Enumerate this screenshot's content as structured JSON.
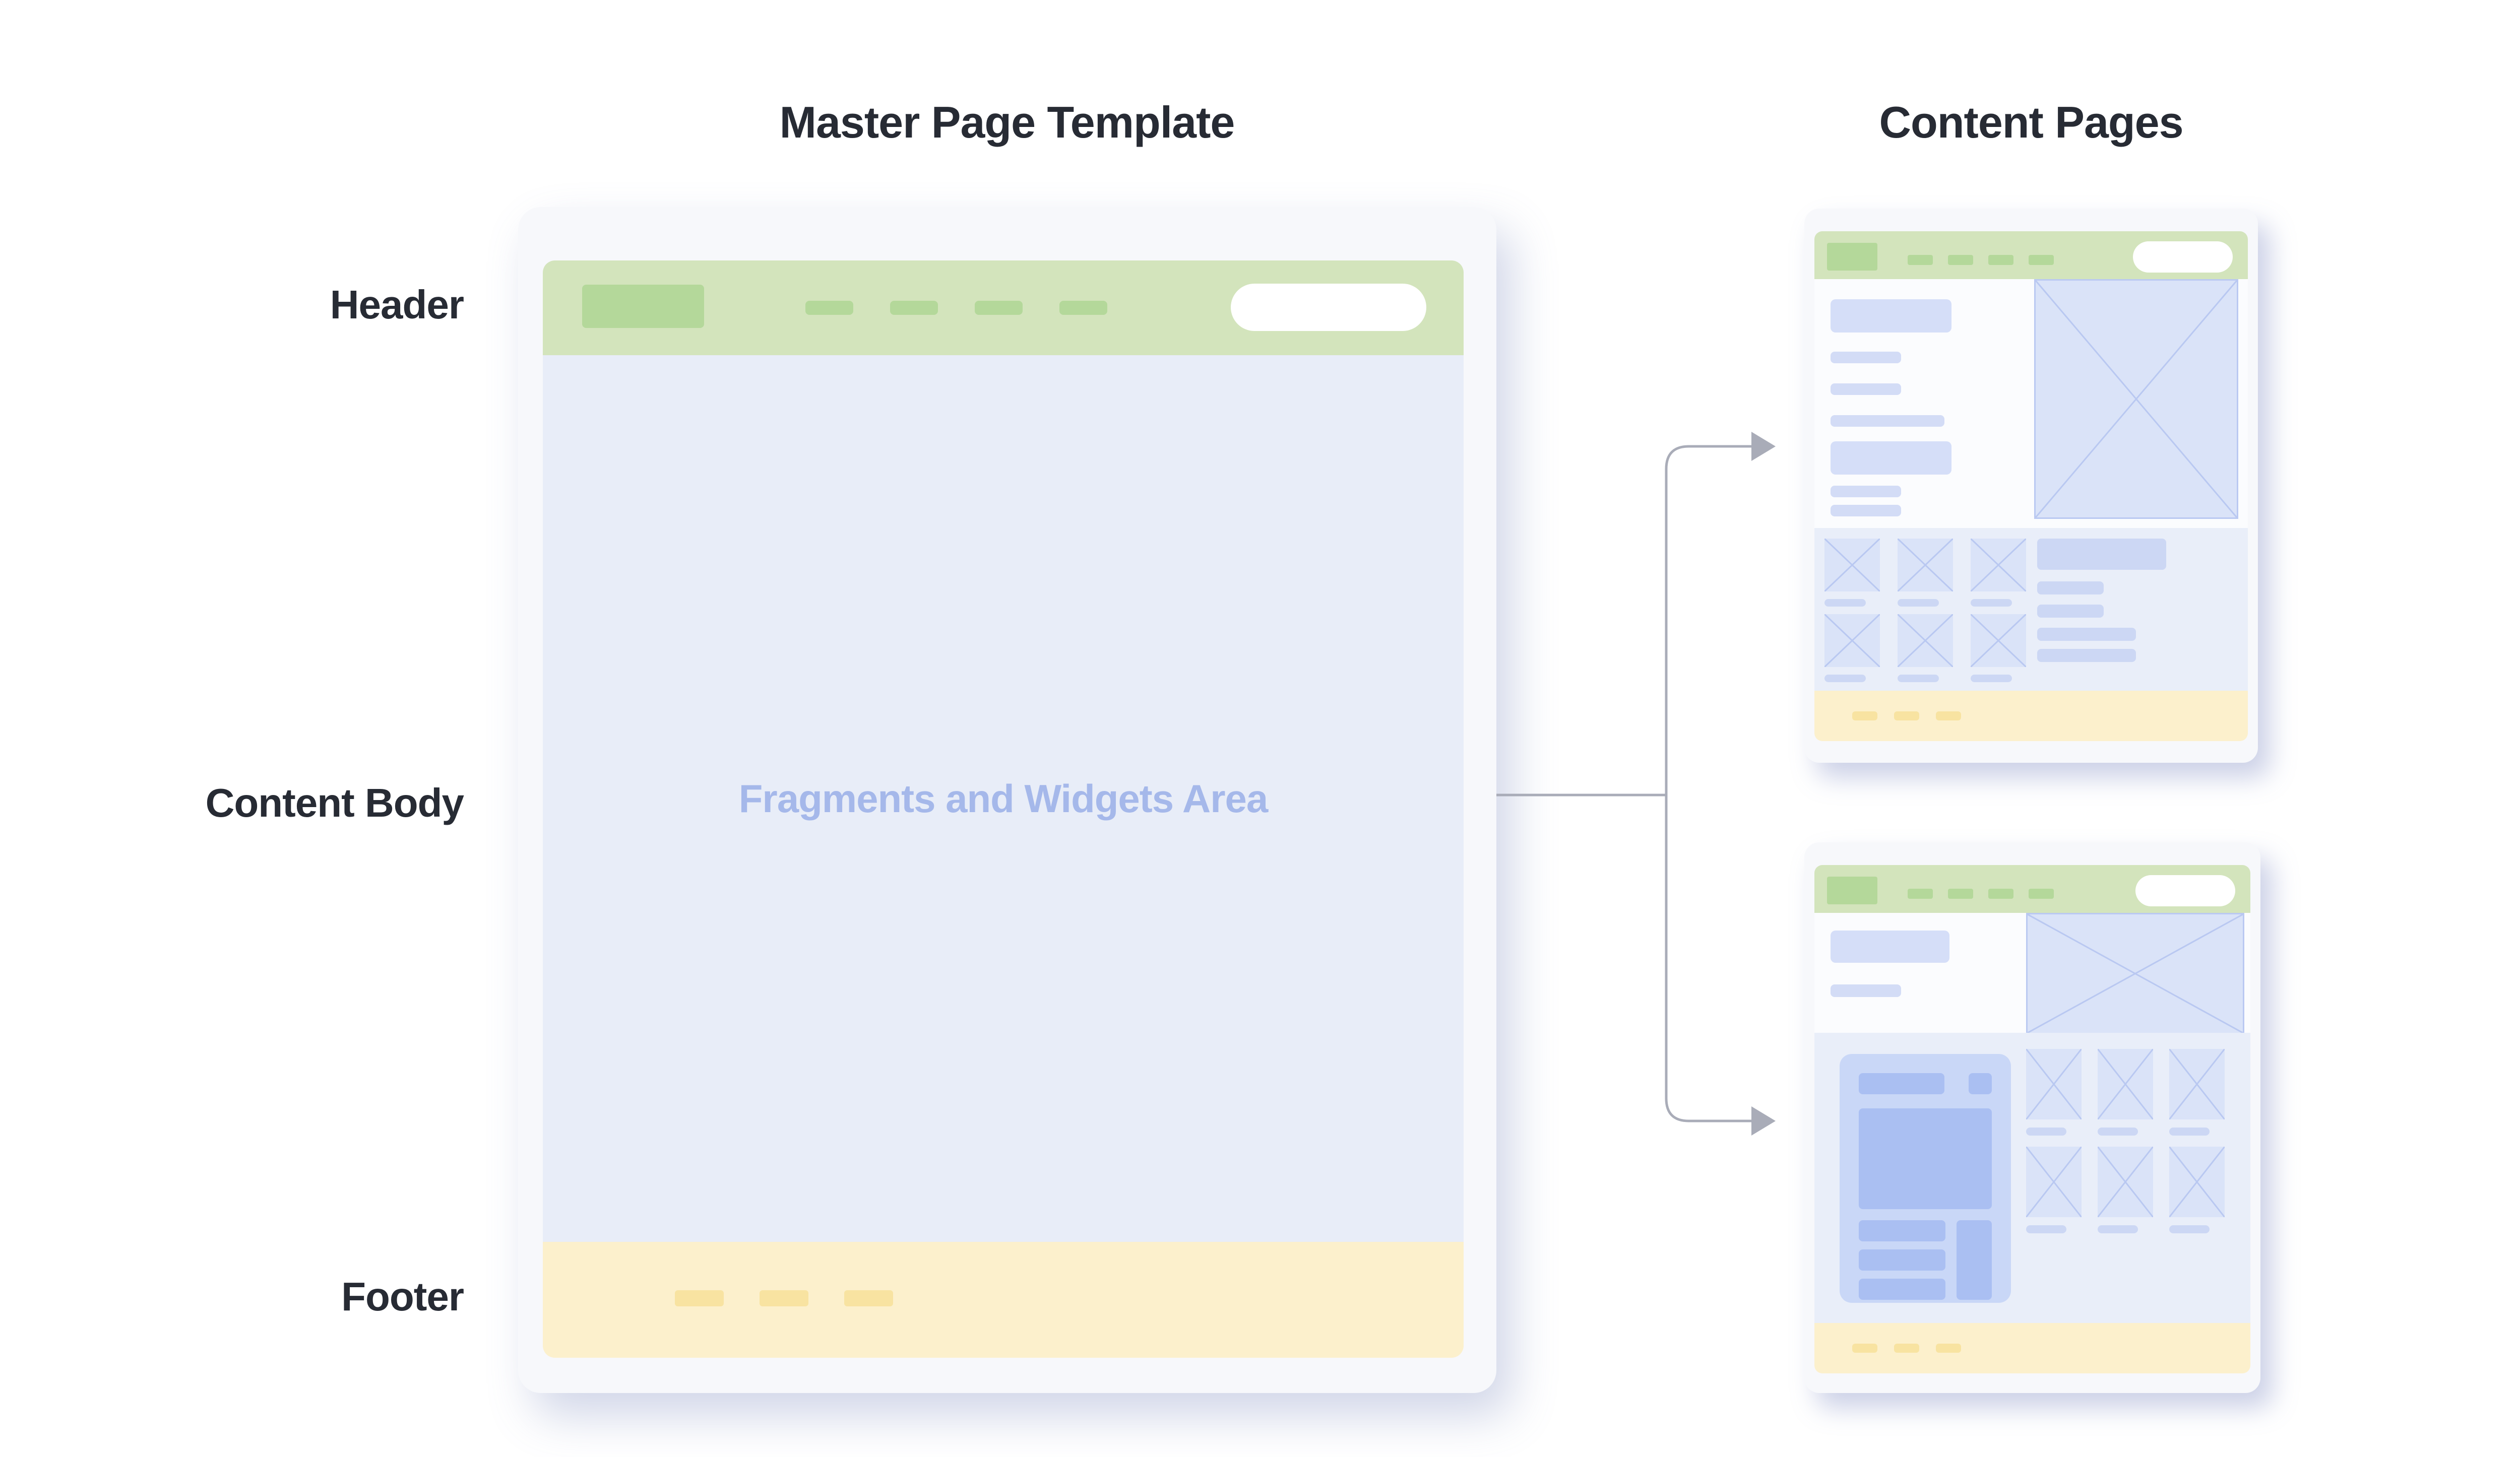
{
  "diagram": {
    "master_section_title": "Master Page Template",
    "content_section_title": "Content Pages"
  },
  "side_labels": {
    "header": "Header",
    "content_body": "Content Body",
    "footer": "Footer"
  },
  "master_template": {
    "content_area_text": "Fragments and Widgets Area",
    "header_nav_item_count": 4,
    "footer_link_count": 3
  },
  "content_pages": {
    "count": 2
  },
  "colors": {
    "header_bar": "#d3e4bc",
    "header_accent": "#b4d89a",
    "content_area": "#e8edf8",
    "content_text": "#a5b8ea",
    "footer_bar": "#fcf0cc",
    "footer_accent": "#f8e3a1",
    "wireframe_block": "#d3dcf6",
    "image_placeholder": "#dae3f8",
    "image_placeholder_stroke": "#b9c8f1",
    "panel_card": "#c9d7f7",
    "panel_block": "#aabff2",
    "card_background": "#f7f8fb",
    "arrow": "#a9acb8",
    "label_text": "#272b34"
  }
}
